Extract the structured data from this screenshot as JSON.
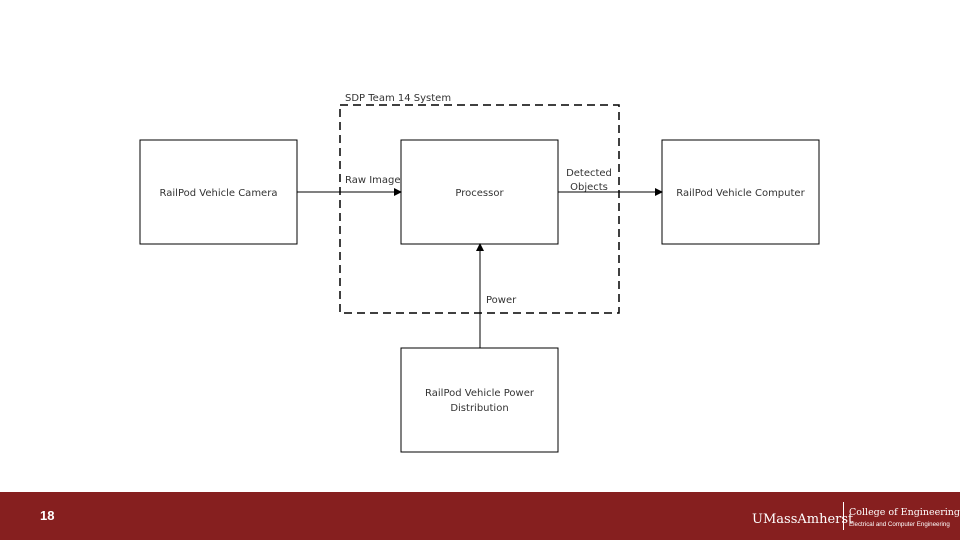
{
  "system_boundary": {
    "label": "SDP Team 14 System"
  },
  "blocks": {
    "camera": {
      "label": "RailPod Vehicle Camera"
    },
    "processor": {
      "label": "Processor"
    },
    "computer": {
      "label": "RailPod Vehicle Computer"
    },
    "power_distribution": {
      "line1": "RailPod Vehicle Power",
      "line2": "Distribution"
    }
  },
  "connections": {
    "raw_image": {
      "label": "Raw Image"
    },
    "detected_objects": {
      "line1": "Detected",
      "line2": "Objects"
    },
    "power": {
      "label": "Power"
    }
  },
  "footer": {
    "page_number": "18",
    "university": "UMassAmherst",
    "college": "College of Engineering",
    "department": "Electrical and Computer Engineering",
    "color": "#861f1f"
  }
}
